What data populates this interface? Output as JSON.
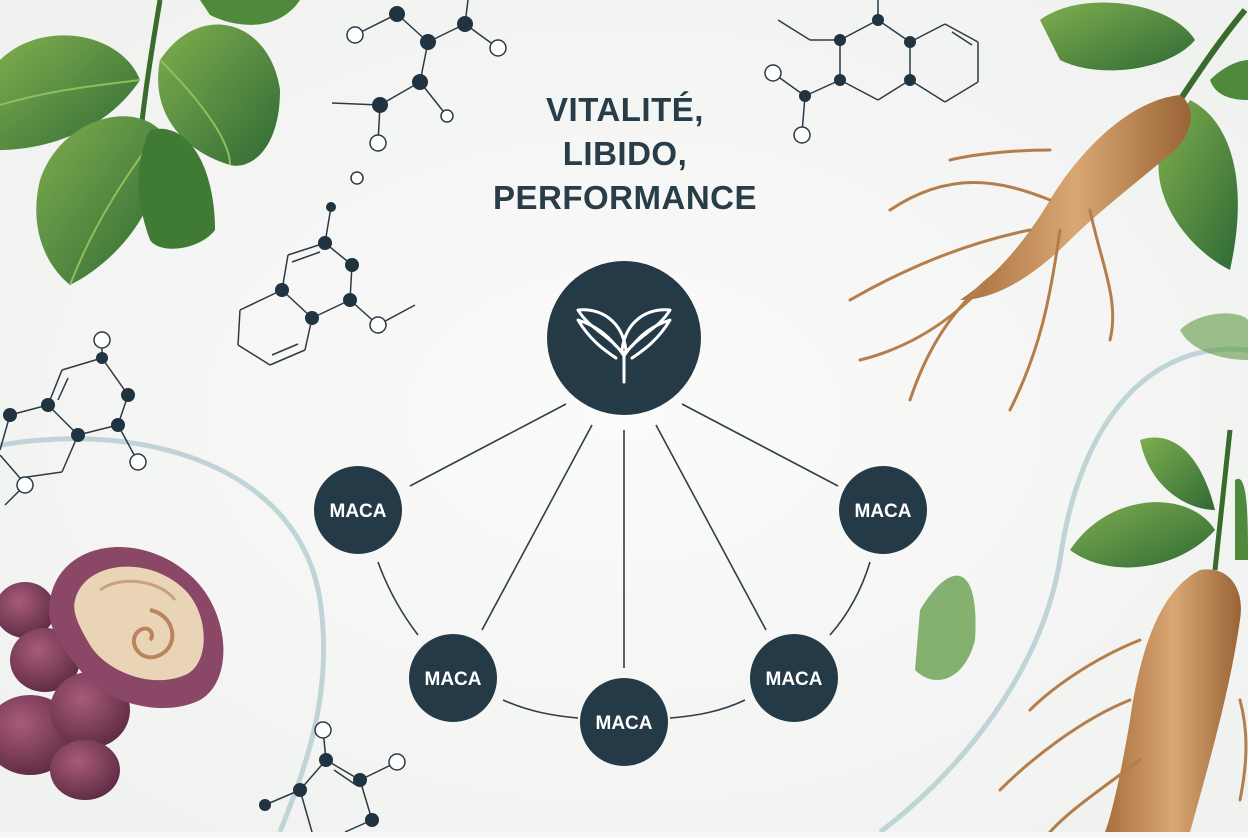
{
  "headline": {
    "line1": "VITALITÉ,",
    "line2": "LIBIDO,",
    "line3": "PERFORMANCE"
  },
  "hub": {
    "icon": "leaf-sprout-icon"
  },
  "nodes": [
    {
      "label": "MACA"
    },
    {
      "label": "MACA"
    },
    {
      "label": "MACA"
    },
    {
      "label": "MACA"
    },
    {
      "label": "MACA"
    }
  ],
  "colors": {
    "node_fill": "#253a47",
    "background": "#f6f7f6",
    "text_dark": "#283d48",
    "leaf_green": "#4f8a3c",
    "root_tan": "#c8925e",
    "maca_purple": "#7b3e58",
    "swirl": "#a9c6cc"
  },
  "decorations": [
    "leaves-illustration",
    "ginseng-root-illustration",
    "maca-root-illustration",
    "molecule-structure-icon"
  ]
}
